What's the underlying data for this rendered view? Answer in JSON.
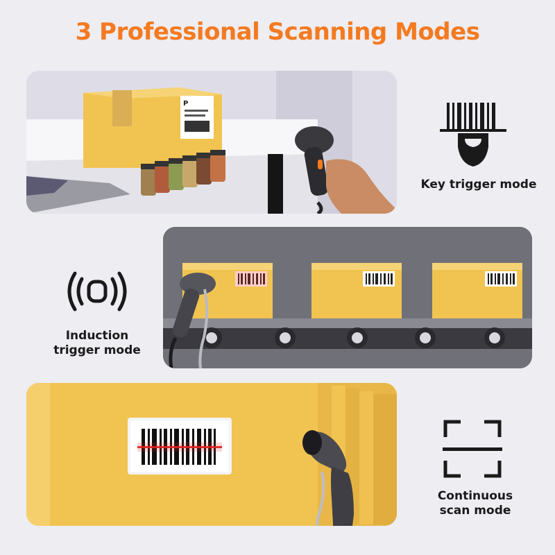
{
  "title": "3 Professional Scanning Modes",
  "modes": [
    {
      "label": "Key trigger mode",
      "icon": "barcode-trigger-icon"
    },
    {
      "label_line1": "Induction",
      "label_line2": "trigger mode",
      "icon": "induction-waves-icon"
    },
    {
      "label_line1": "Continuous",
      "label_line2": "scan mode",
      "icon": "scan-frame-icon"
    }
  ],
  "colors": {
    "title": "#f47a20",
    "background": "#ededf2",
    "box": "#f1c451",
    "scan_beam": "#e0201e"
  },
  "label_text": {
    "box_label_mark": "P"
  }
}
